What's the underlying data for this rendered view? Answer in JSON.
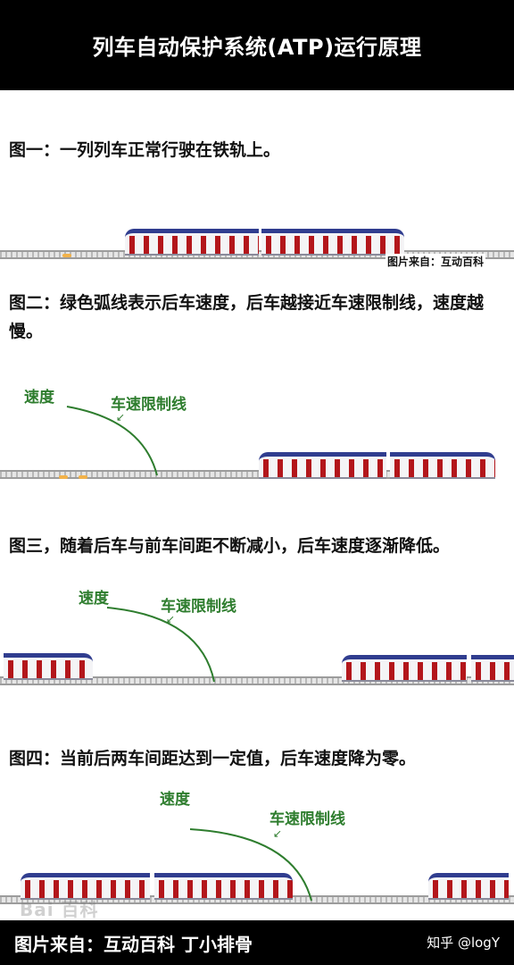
{
  "header": {
    "title": "列车自动保护系统(ATP)运行原理"
  },
  "panels": [
    {
      "caption": "图一：一列列车正常行驶在铁轨上。",
      "credit": "图片来自：互动百科"
    },
    {
      "caption": "图二：绿色弧线表示后车速度，后车越接近车速限制线，速度越慢。",
      "speed_label": "速度",
      "limit_label": "车速限制线"
    },
    {
      "caption": "图三，随着后车与前车间距不断减小，后车速度逐渐降低。",
      "speed_label": "速度",
      "limit_label": "车速限制线"
    },
    {
      "caption": "图四：当前后两车间距达到一定值，后车速度降为零。",
      "speed_label": "速度",
      "limit_label": "车速限制线"
    }
  ],
  "watermark": "Bai 百科",
  "footer": {
    "left": "图片来自：互动百科 丁小排骨",
    "right": "知乎 @logY"
  },
  "colors": {
    "curve": "#2e7d2e",
    "train_roof": "#303d8f",
    "train_door": "#b3161b"
  }
}
